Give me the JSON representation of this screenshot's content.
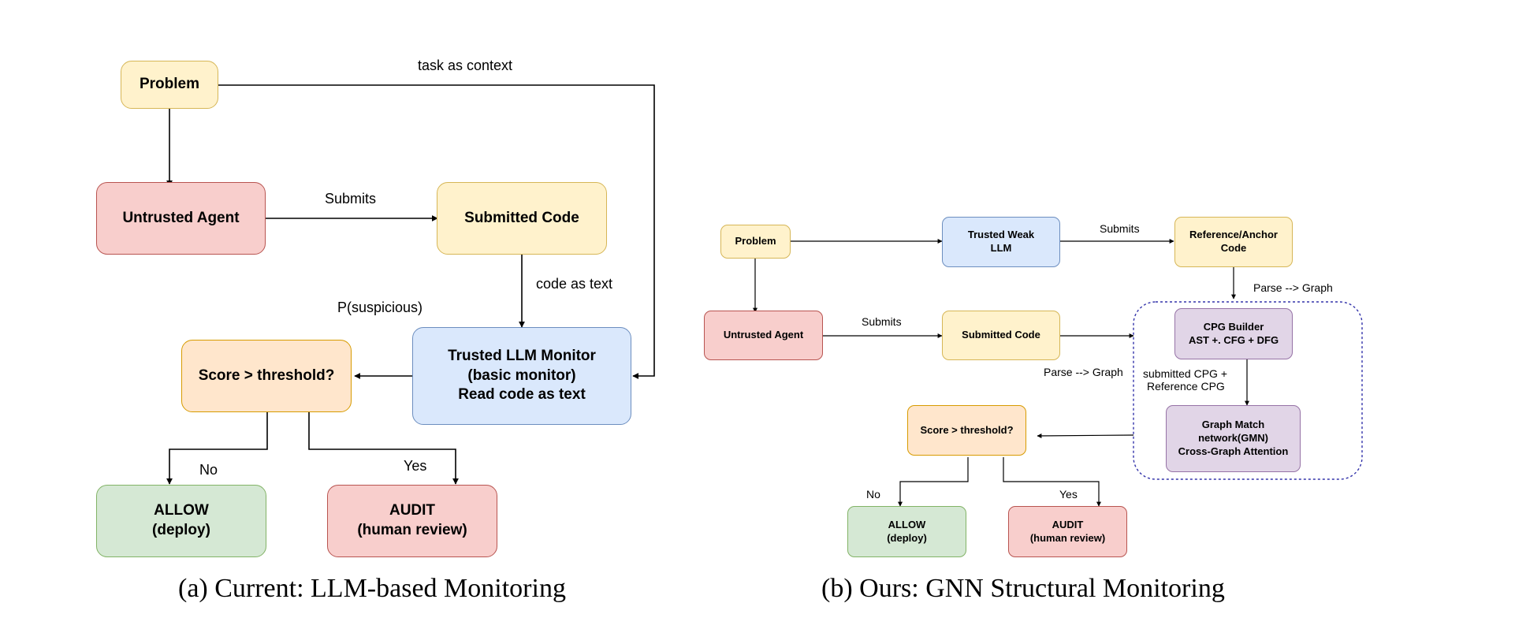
{
  "colors": {
    "yellow_fill": "#fff2cc",
    "yellow_border": "#d6b656",
    "red_fill": "#f8cecc",
    "red_border": "#b85450",
    "blue_fill": "#dae8fc",
    "blue_border": "#6c8ebf",
    "orange_fill": "#ffe6cc",
    "orange_border": "#d79b00",
    "green_fill": "#d5e8d4",
    "green_border": "#82b366",
    "purple_fill": "#e1d5e7",
    "purple_border": "#9673a6",
    "group_border": "#3333aa"
  },
  "left": {
    "caption": "(a) Current: LLM-based Monitoring",
    "problem": "Problem",
    "untrusted_agent": "Untrusted Agent",
    "submitted_code": "Submitted Code",
    "monitor_line1": "Trusted LLM Monitor",
    "monitor_line2": "(basic monitor)",
    "monitor_line3": "Read code as text",
    "score": "Score > threshold?",
    "allow_line1": "ALLOW",
    "allow_line2": "(deploy)",
    "audit_line1": "AUDIT",
    "audit_line2": "(human review)",
    "label_task": "task as context",
    "label_submits": "Submits",
    "label_code_text": "code as text",
    "label_psusp": "P(suspicious)",
    "label_no": "No",
    "label_yes": "Yes"
  },
  "right": {
    "caption": "(b) Ours: GNN Structural Monitoring",
    "problem": "Problem",
    "weak_line1": "Trusted Weak",
    "weak_line2": "LLM",
    "ref_line1": "Reference/Anchor",
    "ref_line2": "Code",
    "untrusted_agent": "Untrusted Agent",
    "submitted_code": "Submitted Code",
    "cpg_line1": "CPG Builder",
    "cpg_line2": "AST +. CFG +  DFG",
    "gmn_line1": "Graph Match network(GMN)",
    "gmn_line2": "Cross-Graph Attention",
    "score": "Score > threshold?",
    "allow_line1": "ALLOW",
    "allow_line2": "(deploy)",
    "audit_line1": "AUDIT",
    "audit_line2": "(human review)",
    "label_submits_top": "Submits",
    "label_submits_mid": "Submits",
    "label_parse_top": "Parse  --> Graph",
    "label_parse_mid": "Parse  --> Graph",
    "label_cpg_line1": "submitted CPG +",
    "label_cpg_line2": "Reference CPG",
    "label_no": "No",
    "label_yes": "Yes"
  }
}
